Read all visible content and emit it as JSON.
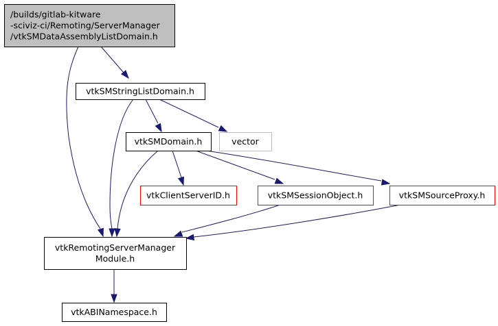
{
  "diagram": {
    "type": "include-dependency-graph",
    "colors": {
      "edge": "#191970",
      "root_fill": "#bfbfbf",
      "root_border": "#000000",
      "normal_border": "#000000",
      "external_border": "#bfbfbf",
      "truncated_border": "#ff0000",
      "fill": "#ffffff"
    },
    "nodes": [
      {
        "id": "root",
        "lines": [
          "/builds/gitlab-kitware",
          "-sciviz-ci/Remoting/ServerManager",
          "/vtkSMDataAssemblyListDomain.h"
        ],
        "style": "root"
      },
      {
        "id": "stringlist",
        "lines": [
          "vtkSMStringListDomain.h"
        ],
        "style": "normal"
      },
      {
        "id": "vector",
        "lines": [
          "vector"
        ],
        "style": "external"
      },
      {
        "id": "domain",
        "lines": [
          "vtkSMDomain.h"
        ],
        "style": "normal"
      },
      {
        "id": "clientserverid",
        "lines": [
          "vtkClientServerID.h"
        ],
        "style": "truncated"
      },
      {
        "id": "sessionobject",
        "lines": [
          "vtkSMSessionObject.h"
        ],
        "style": "truncated"
      },
      {
        "id": "sourceproxy",
        "lines": [
          "vtkSMSourceProxy.h"
        ],
        "style": "truncated"
      },
      {
        "id": "module",
        "lines": [
          "vtkRemotingServerManager",
          "Module.h"
        ],
        "style": "normal"
      },
      {
        "id": "abinamespace",
        "lines": [
          "vtkABINamespace.h"
        ],
        "style": "normal"
      }
    ],
    "edges": [
      {
        "from": "root",
        "to": "stringlist"
      },
      {
        "from": "root",
        "to": "module"
      },
      {
        "from": "stringlist",
        "to": "domain"
      },
      {
        "from": "stringlist",
        "to": "vector"
      },
      {
        "from": "stringlist",
        "to": "module"
      },
      {
        "from": "domain",
        "to": "clientserverid"
      },
      {
        "from": "domain",
        "to": "sessionobject"
      },
      {
        "from": "domain",
        "to": "sourceproxy"
      },
      {
        "from": "domain",
        "to": "module"
      },
      {
        "from": "sessionobject",
        "to": "module"
      },
      {
        "from": "sourceproxy",
        "to": "module"
      },
      {
        "from": "module",
        "to": "abinamespace"
      }
    ]
  }
}
